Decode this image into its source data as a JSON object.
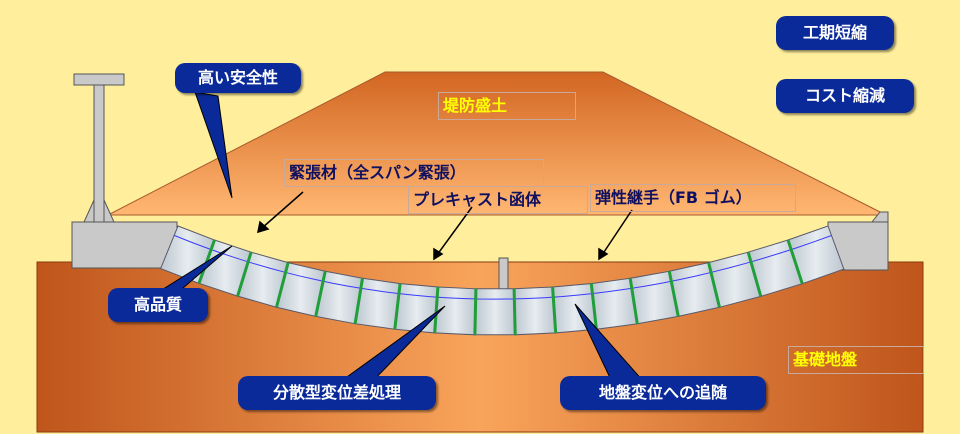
{
  "labels": {
    "embankment": "堤防盛土",
    "tension": "緊張材（全スパン緊張）",
    "precast": "プレキャスト函体",
    "joint": "弾性継手（FB ゴム）",
    "ground": "基礎地盤"
  },
  "badges": {
    "schedule": "工期短縮",
    "cost": "コスト縮減",
    "safety": "高い安全性",
    "quality": "高品質",
    "distributed": "分散型変位差処理",
    "follow": "地盤変位への追随"
  },
  "colors": {
    "background": "#ffef9c",
    "badge": "#0a2a99",
    "segment": "#cdd6dd",
    "joint": "#1f9e3a",
    "embankment_top": "#d26622",
    "embankment_bottom": "#ffb772",
    "ground_dark": "#bf551b",
    "ground_light": "#f9a45b",
    "label_yellow": "#ffff00",
    "label_navy": "#101060"
  }
}
